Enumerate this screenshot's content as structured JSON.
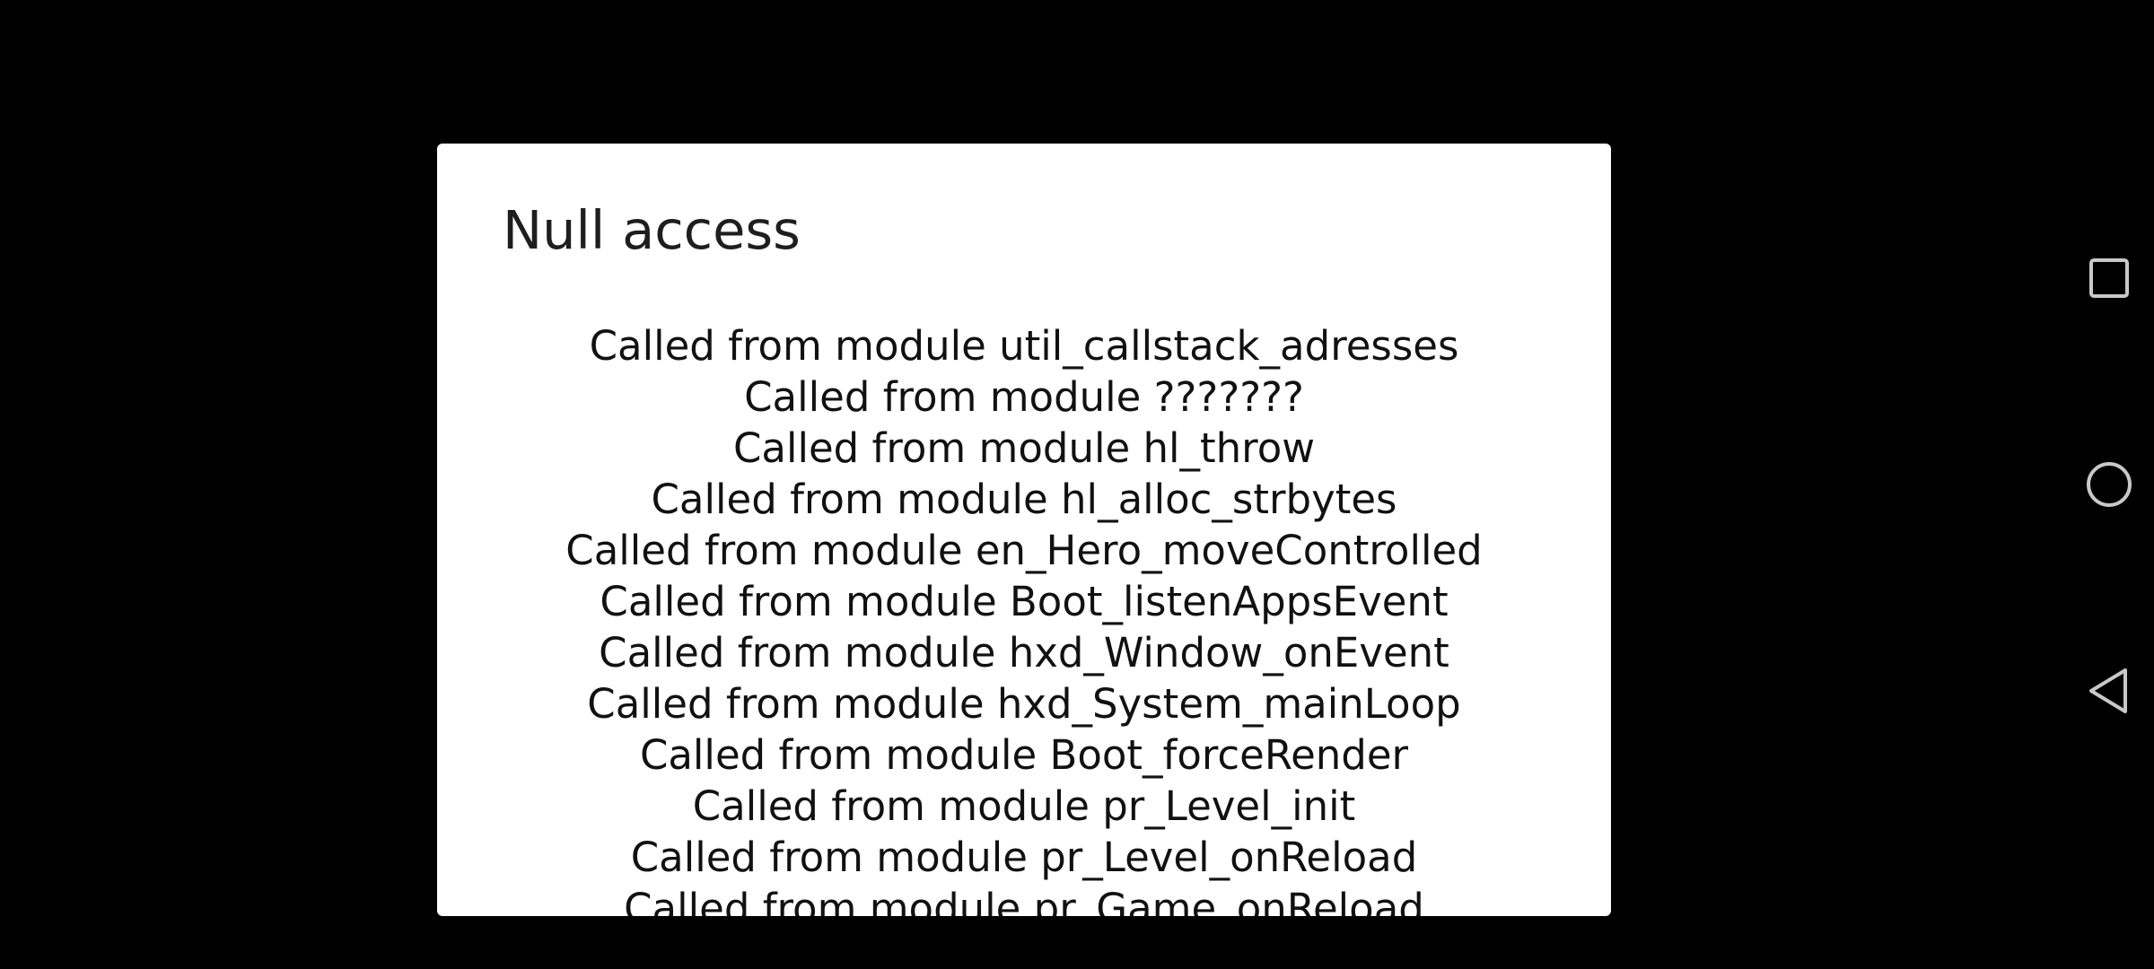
{
  "dialog": {
    "title": "Null access",
    "lines": [
      "Called from module util_callstack_adresses",
      "Called from module ???????",
      "Called from module hl_throw",
      "Called from module hl_alloc_strbytes",
      "Called from module en_Hero_moveControlled",
      "Called from module Boot_listenAppsEvent",
      "Called from module hxd_Window_onEvent",
      "Called from module hxd_System_mainLoop",
      "Called from module Boot_forceRender",
      "Called from module pr_Level_init",
      "Called from module pr_Level_onReload",
      "Called from module pr_Game_onReload"
    ]
  },
  "navbar": {
    "icons": [
      "square-recents-icon",
      "circle-home-icon",
      "triangle-back-icon"
    ],
    "icon_color": "#c8c8c8"
  },
  "colors": {
    "background": "#000000",
    "dialog_background": "#ffffff",
    "title_text": "#1e1e1e",
    "body_text": "#111111"
  }
}
